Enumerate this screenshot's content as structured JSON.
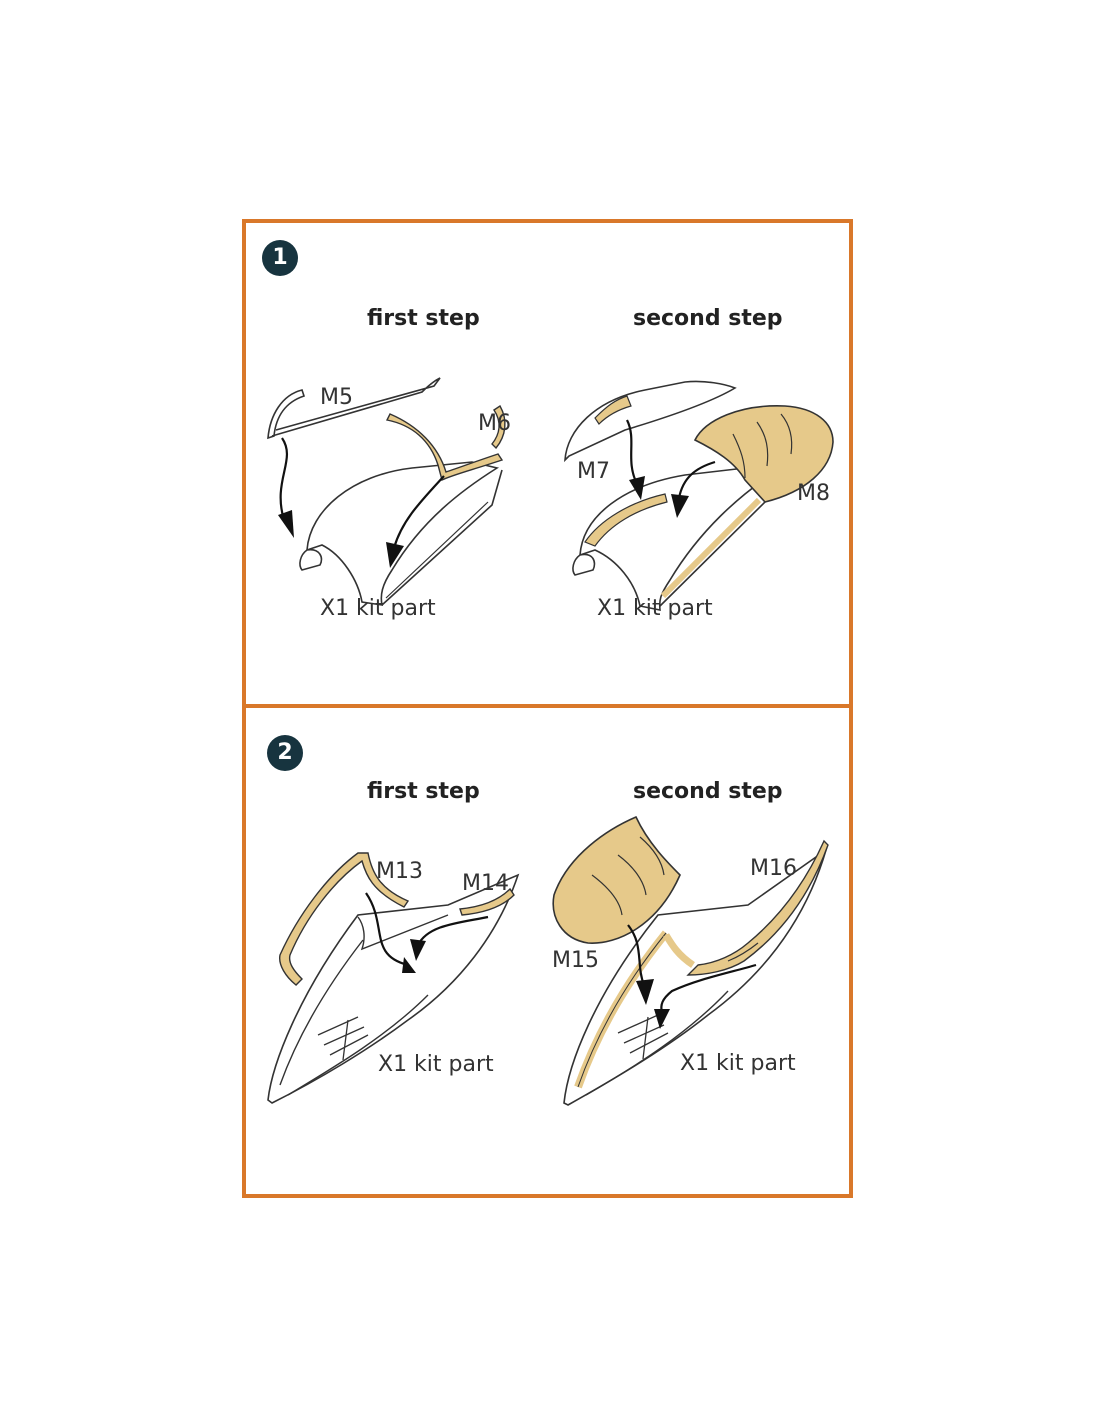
{
  "colors": {
    "frame": "#d9782a",
    "badge": "#17343f",
    "mask": "#e6c98a"
  },
  "sections": [
    {
      "number": "1",
      "first_step": {
        "heading": "first step",
        "parts": [
          "M5",
          "M6"
        ],
        "kit_label": "X1 kit part"
      },
      "second_step": {
        "heading": "second step",
        "parts": [
          "M7",
          "M8"
        ],
        "kit_label": "X1 kit part"
      }
    },
    {
      "number": "2",
      "first_step": {
        "heading": "first step",
        "parts": [
          "M13",
          "M14"
        ],
        "kit_label": "X1 kit part"
      },
      "second_step": {
        "heading": "second step",
        "parts": [
          "M15",
          "M16"
        ],
        "kit_label": "X1 kit part"
      }
    }
  ]
}
